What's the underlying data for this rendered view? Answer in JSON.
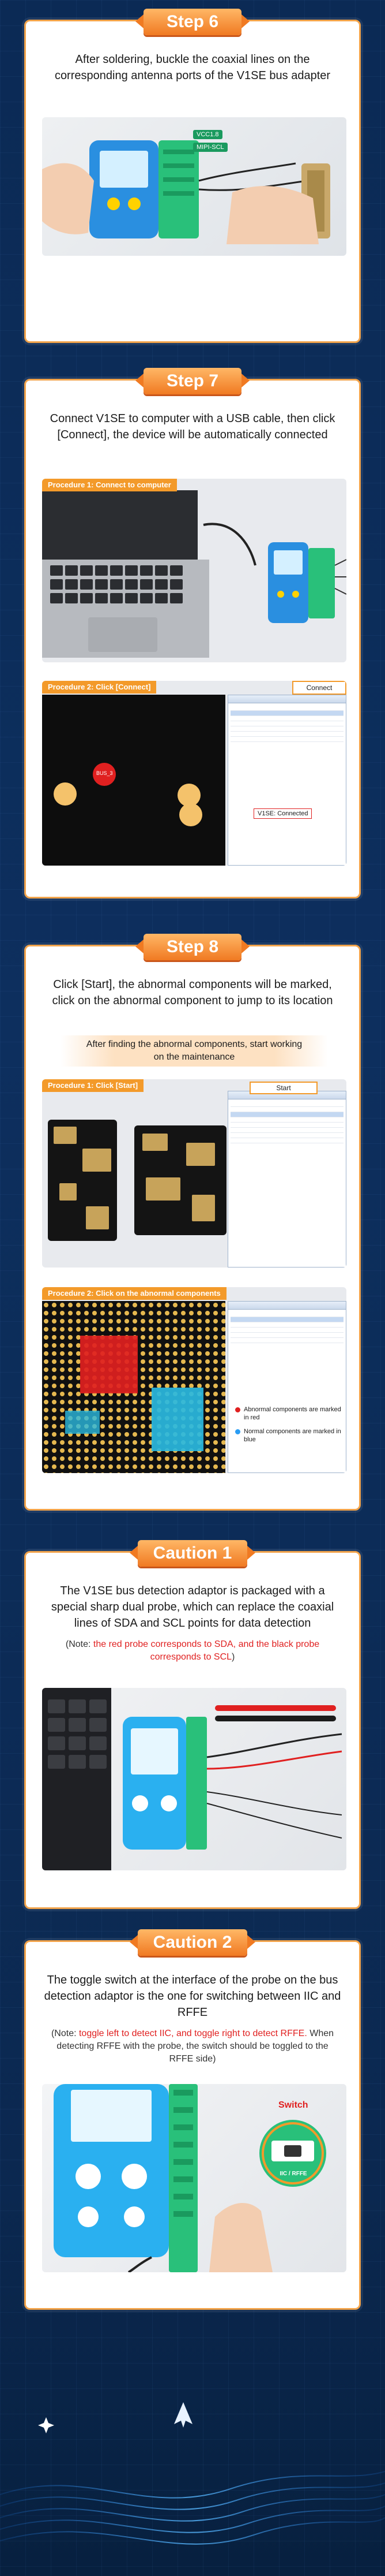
{
  "step6": {
    "badge": "Step 6",
    "heading": "After soldering, buckle the coaxial lines on the corresponding antenna ports of the V1SE bus adapter",
    "chip_labels": [
      "VCC1.8",
      "MIPI-SCL"
    ]
  },
  "step7": {
    "badge": "Step 7",
    "heading": "Connect V1SE to computer with a USB cable, then click [Connect], the device will be automatically connected",
    "proc1": "Procedure 1: Connect to computer",
    "proc2": "Procedure 2: Click [Connect]",
    "connect_button": "Connect",
    "bus_label": "BUS_3",
    "connected_text": "V1SE: Connected"
  },
  "step8": {
    "badge": "Step 8",
    "heading": "Click [Start], the abnormal components will be marked, click on the abnormal component to jump to its location",
    "sub": "After finding the abnormal components, start working on the maintenance",
    "proc1": "Procedure 1: Click [Start]",
    "proc2": "Procedure 2: Click on the abnormal components",
    "start_button": "Start",
    "legend": [
      {
        "text": "Abnormal components are marked in red",
        "color": "#e02020"
      },
      {
        "text": "Normal components are marked in blue",
        "color": "#2a9df4"
      }
    ]
  },
  "caution1": {
    "badge": "Caution 1",
    "heading": "The V1SE bus detection adaptor is packaged with a special sharp dual probe, which can replace the coaxial lines of SDA and SCL points for data detection",
    "note_prefix": "(Note: ",
    "note_red": "the red probe corresponds to SDA, and the black probe corresponds to SCL",
    "note_suffix": ")"
  },
  "caution2": {
    "badge": "Caution 2",
    "heading": "The toggle switch at the interface of the probe on the bus detection adaptor is the one for switching between IIC and RFFE",
    "note_prefix": "(Note: ",
    "note_red": "toggle left to detect IIC, and toggle right to detect RFFE.",
    "note_tail": " When detecting RFFE with the probe, the switch should be toggled to the RFFE side)",
    "switch_label": "Switch",
    "switch_text": "IIC / RFFE"
  }
}
